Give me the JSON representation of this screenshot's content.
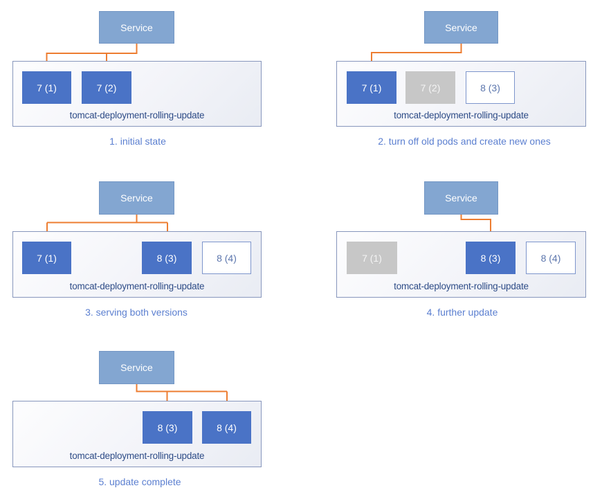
{
  "service_label": "Service",
  "deployment_label": "tomcat-deployment-rolling-update",
  "colors": {
    "service_fill": "#83A6D1",
    "pod_active_fill": "#4A73C6",
    "pod_terminated_fill": "#C7C7C7",
    "pod_pending_border": "#7D95CC",
    "arrow": "#ED7D31",
    "deployment_label_text": "#2E4C87",
    "caption_text": "#5B7FD0"
  },
  "panels": [
    {
      "caption": "1. initial state",
      "pods": [
        {
          "label": "7 (1)",
          "state": "active"
        },
        {
          "label": "7 (2)",
          "state": "active"
        }
      ]
    },
    {
      "caption": "2. turn off old pods and create new ones",
      "pods": [
        {
          "label": "7 (1)",
          "state": "active"
        },
        {
          "label": "7 (2)",
          "state": "terminated"
        },
        {
          "label": "8 (3)",
          "state": "pending"
        }
      ]
    },
    {
      "caption": "3. serving both versions",
      "pods": [
        {
          "label": "7 (1)",
          "state": "active"
        },
        {
          "label": "8 (3)",
          "state": "active"
        },
        {
          "label": "8 (4)",
          "state": "pending"
        }
      ]
    },
    {
      "caption": "4. further update",
      "pods": [
        {
          "label": "7 (1)",
          "state": "terminated"
        },
        {
          "label": "8 (3)",
          "state": "active"
        },
        {
          "label": "8 (4)",
          "state": "pending"
        }
      ]
    },
    {
      "caption": "5. update complete",
      "pods": [
        {
          "label": "8 (3)",
          "state": "active"
        },
        {
          "label": "8 (4)",
          "state": "active"
        }
      ]
    }
  ]
}
